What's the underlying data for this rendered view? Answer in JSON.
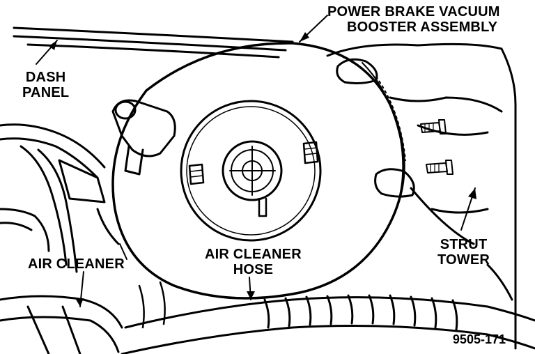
{
  "labels": {
    "booster": {
      "line1": "POWER BRAKE VACUUM",
      "line2": "BOOSTER ASSEMBLY"
    },
    "dash_panel": {
      "line1": "DASH",
      "line2": "PANEL"
    },
    "air_cleaner": "AIR CLEANER",
    "air_cleaner_hose": {
      "line1": "AIR CLEANER",
      "line2": "HOSE"
    },
    "strut_tower": {
      "line1": "STRUT",
      "line2": "TOWER"
    }
  },
  "figure_id": "9505-171",
  "colors": {
    "ink": "#000000",
    "paper": "#ffffff"
  }
}
